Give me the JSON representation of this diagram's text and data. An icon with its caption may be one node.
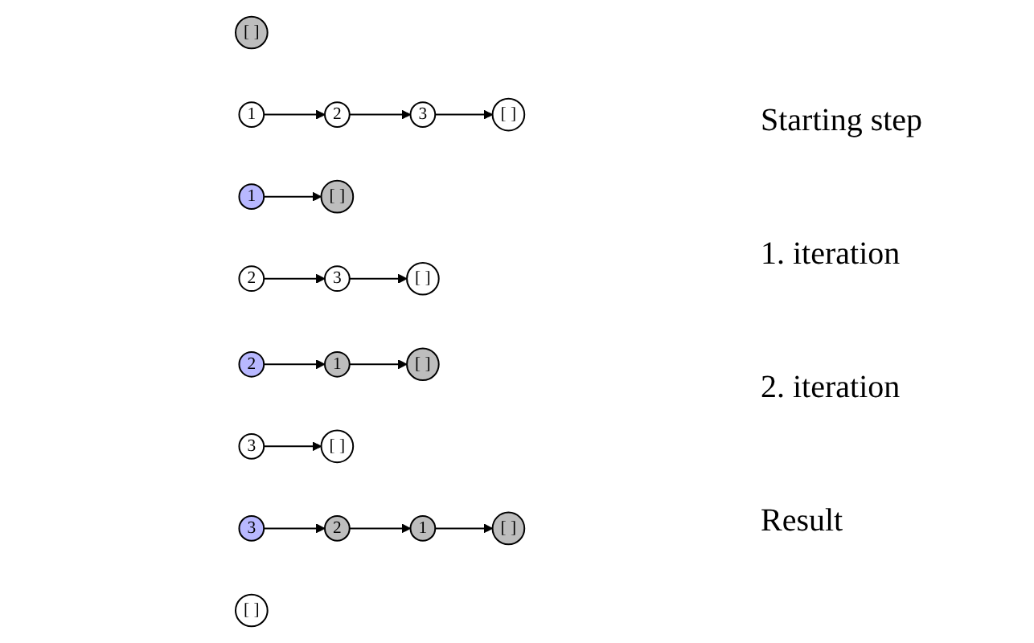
{
  "diagram": {
    "nodes": [
      {
        "text": [
          "[ ]"
        ]
      },
      {
        "text": [
          "1"
        ]
      },
      {
        "text": [
          "2"
        ]
      },
      {
        "text": [
          "3"
        ]
      },
      {
        "text": [
          "[ ]"
        ]
      },
      {
        "text": [
          "[ ]"
        ]
      },
      {
        "text": [
          "1"
        ]
      },
      {
        "text": [
          "2"
        ]
      },
      {
        "text": [
          "3"
        ]
      },
      {
        "text": [
          "[ ]"
        ]
      },
      {
        "text": [
          "[ ]"
        ]
      },
      {
        "text": [
          "1"
        ]
      },
      {
        "text": [
          "2"
        ]
      },
      {
        "text": [
          "3"
        ]
      },
      {
        "text": [
          "[ ]"
        ]
      },
      {
        "text": [
          "[ ]"
        ]
      },
      {
        "text": [
          "1"
        ]
      },
      {
        "text": [
          "2"
        ]
      },
      {
        "text": [
          "3"
        ]
      },
      {
        "text": [
          "[ ]"
        ]
      }
    ],
    "edges": [
      {
        "from": 1,
        "to": 2,
        "arrow": "to"
      },
      {
        "from": 2,
        "to": 3,
        "arrow": "to"
      },
      {
        "from": 3,
        "to": 4,
        "arrow": "to"
      },
      {
        "from": 6,
        "to": 5,
        "arrow": "to"
      },
      {
        "from": 7,
        "to": 8,
        "arrow": "to"
      },
      {
        "from": 8,
        "to": 9,
        "arrow": "to"
      },
      {
        "from": 11,
        "to": 10,
        "arrow": "to"
      },
      {
        "from": 12,
        "to": 11,
        "arrow": "to"
      },
      {
        "from": 13,
        "to": 14,
        "arrow": "to"
      },
      {
        "from": 16,
        "to": 15,
        "arrow": "to"
      },
      {
        "from": 17,
        "to": 16,
        "arrow": "to"
      },
      {
        "from": 18,
        "to": 17,
        "arrow": "to"
      }
    ],
    "labels": [
      "Starting step",
      "1. iteration",
      "2. iteration",
      "Result"
    ]
  }
}
